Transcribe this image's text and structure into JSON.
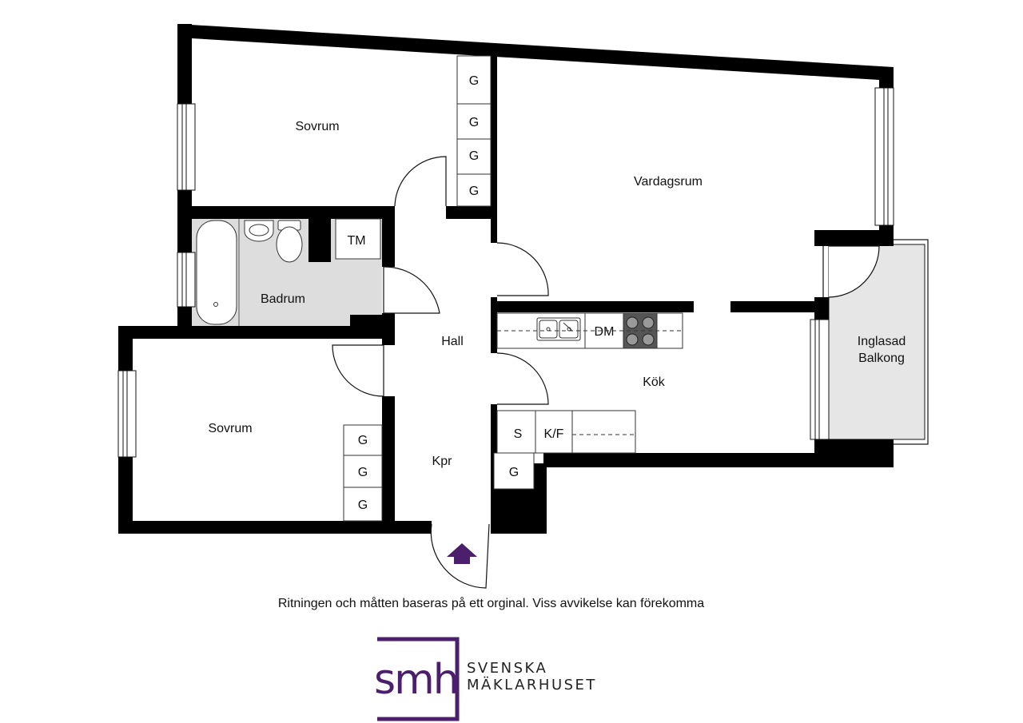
{
  "rooms": {
    "sovrum_top": "Sovrum",
    "vardagsrum": "Vardagsrum",
    "badrum": "Badrum",
    "hall": "Hall",
    "kok": "Kök",
    "sovrum_bottom": "Sovrum",
    "kpr": "Kpr",
    "balkong_line1": "Inglasad",
    "balkong_line2": "Balkong"
  },
  "fixtures": {
    "wardrobe": "G",
    "washer": "TM",
    "dishwasher": "DM",
    "freezer": "S",
    "fridge_freezer": "K/F"
  },
  "disclaimer": "Ritningen och måtten baseras på ett orginal. Viss avvikelse kan förekomma",
  "brand": {
    "logo_letters": "smh",
    "name_line1": "SVENSKA",
    "name_line2": "MÄKLARHUSET",
    "color": "#4b1f6b"
  },
  "colors": {
    "wall": "#000000",
    "wet_room": "#dddddd",
    "balcony": "#e6e6e6",
    "entrance_arrow": "#4b1f6b"
  }
}
